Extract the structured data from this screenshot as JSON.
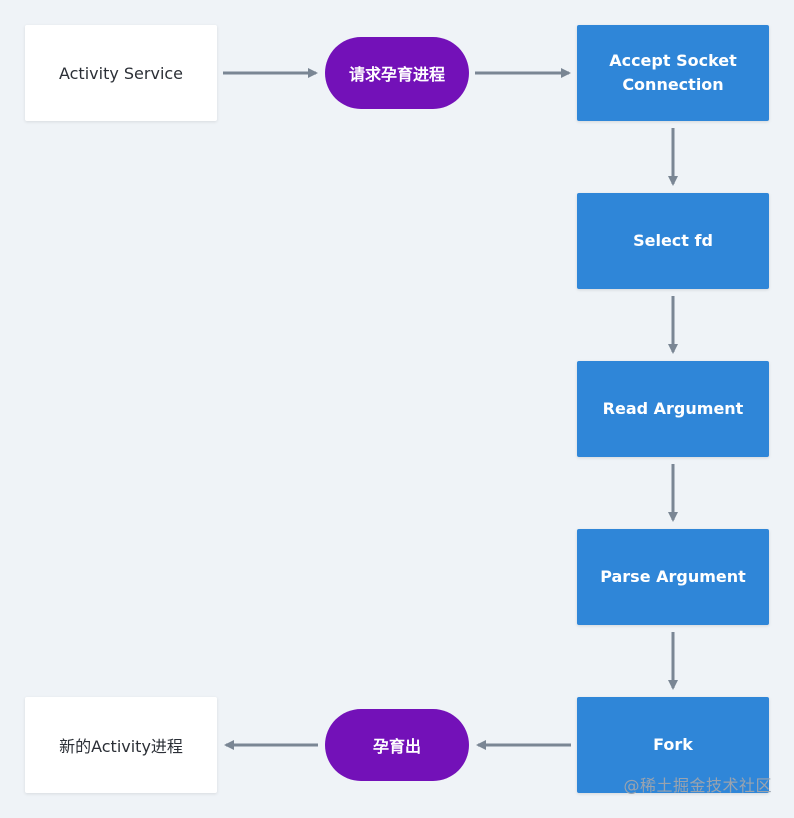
{
  "nodes": {
    "activity_service": "Activity Service",
    "request_spawn": "请求孕育进程",
    "accept_socket_line1": "Accept Socket",
    "accept_socket_line2": "Connection",
    "select_fd": "Select fd",
    "read_argument": "Read Argument",
    "parse_argument": "Parse Argument",
    "fork": "Fork",
    "spawned": "孕育出",
    "new_activity_process": "新的Activity进程"
  },
  "watermark": "@稀土掘金技术社区",
  "colors": {
    "background": "#eff3f7",
    "blue": "#2f86d8",
    "purple": "#7311b8",
    "arrow": "#7a8694",
    "white": "#ffffff"
  }
}
